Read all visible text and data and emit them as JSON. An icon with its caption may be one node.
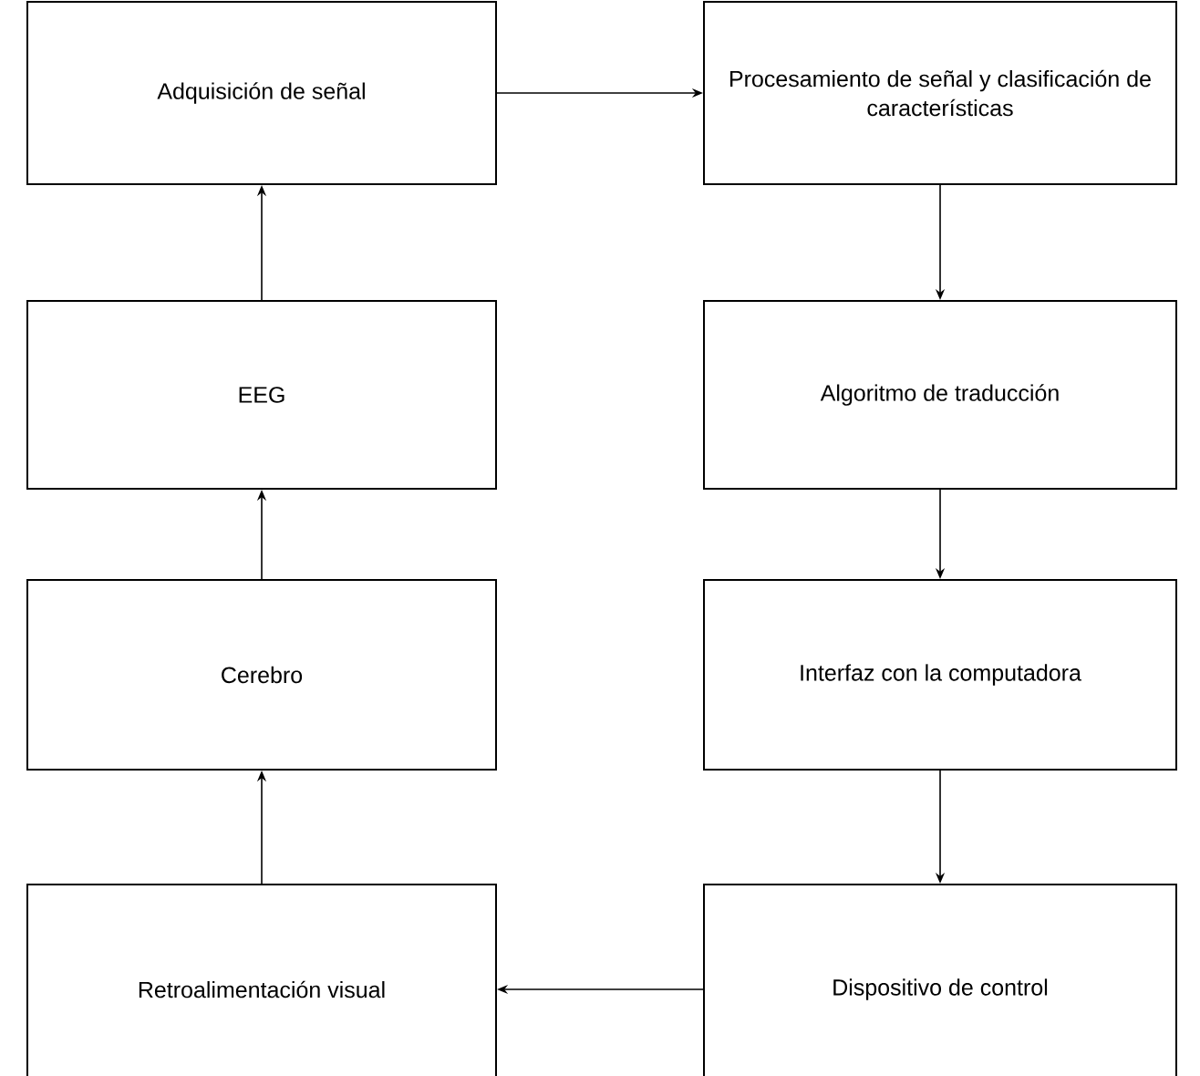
{
  "diagram": {
    "nodes": [
      {
        "text": [
          "Adquisición de señal"
        ]
      },
      {
        "text": [
          "Procesamiento de señal y clasificación de características"
        ]
      },
      {
        "text": [
          "EEG"
        ]
      },
      {
        "text": [
          "Algoritmo de traducción"
        ]
      },
      {
        "text": [
          "Cerebro"
        ]
      },
      {
        "text": [
          "Interfaz con la computadora"
        ]
      },
      {
        "text": [
          "Retroalimentación visual"
        ]
      },
      {
        "text": [
          "Dispositivo de control"
        ]
      }
    ],
    "edges": [
      {
        "from": 0,
        "to": 1,
        "arrow": "to"
      },
      {
        "from": 1,
        "to": 3,
        "arrow": "to"
      },
      {
        "from": 3,
        "to": 5,
        "arrow": "to"
      },
      {
        "from": 5,
        "to": 7,
        "arrow": "to"
      },
      {
        "from": 7,
        "to": 6,
        "arrow": "to"
      },
      {
        "from": 6,
        "to": 4,
        "arrow": "to"
      },
      {
        "from": 4,
        "to": 2,
        "arrow": "to"
      },
      {
        "from": 2,
        "to": 0,
        "arrow": "to"
      }
    ]
  }
}
